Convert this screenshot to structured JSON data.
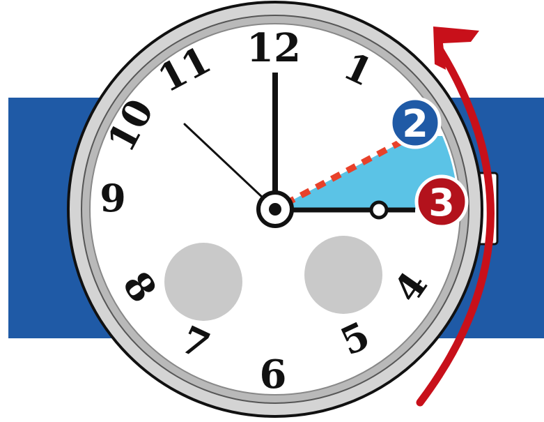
{
  "colors": {
    "strap": "#1f5aa6",
    "bezel": "#7a7a7a",
    "bezel_inner": "#cfcfcf",
    "face": "#ffffff",
    "highlight_wedge": "#5bc3e6",
    "dashed_line": "#e8412a",
    "badge_blue": "#1f5aa6",
    "badge_red": "#b3121c",
    "arrow": "#c8101a",
    "subdial": "#c9c9c9",
    "hand": "#111111"
  },
  "dial": {
    "numerals": [
      "12",
      "1",
      "2",
      "3",
      "4",
      "5",
      "6",
      "7",
      "8",
      "9",
      "10",
      "11"
    ]
  },
  "badges": {
    "old_hour": "2",
    "new_hour": "3"
  },
  "icons": {
    "arrow": "curved-arrow-icon",
    "crown": "watch-crown-icon"
  }
}
